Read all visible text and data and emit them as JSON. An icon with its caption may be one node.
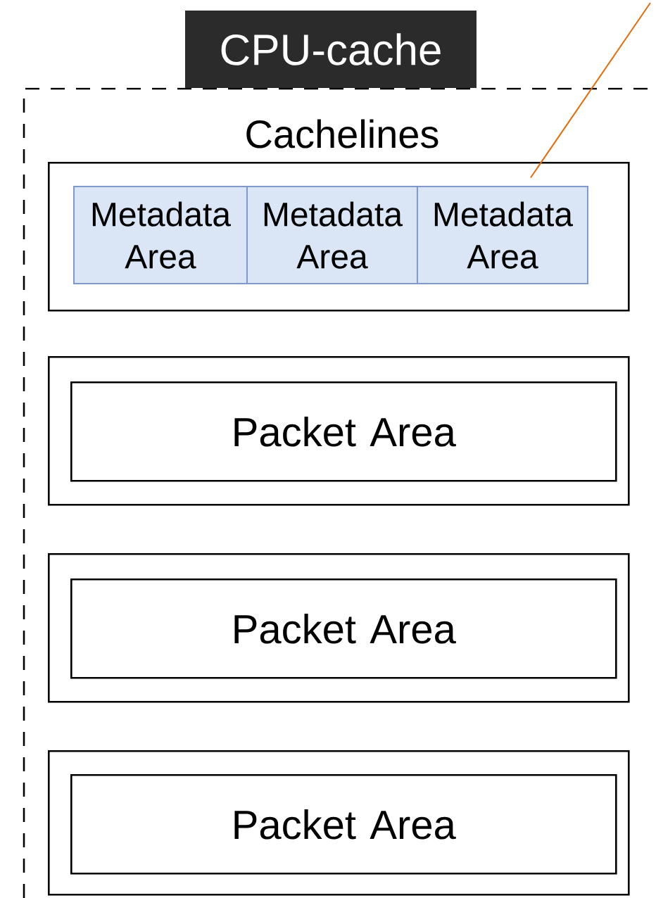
{
  "diagram": {
    "nodes": [
      {
        "text": [
          "CPU-cache",
          "Cachelines"
        ]
      },
      {
        "text": [],
        "shape": "box",
        "in": 0
      },
      {
        "text": [
          "Metadata Area"
        ],
        "in": 1
      },
      {
        "text": [
          "Metadata Area"
        ],
        "in": 1
      },
      {
        "text": [
          "Metadata Area"
        ],
        "in": 1
      },
      {
        "text": [],
        "shape": "box",
        "in": 0
      },
      {
        "text": [
          "Packet Area"
        ],
        "in": 5
      },
      {
        "text": [],
        "shape": "box",
        "in": 0
      },
      {
        "text": [
          "Packet Area"
        ],
        "in": 7
      },
      {
        "text": [],
        "shape": "box",
        "in": 0
      },
      {
        "text": [
          "Packet Area"
        ],
        "in": 9
      }
    ],
    "edges": [
      {
        "from": null,
        "to": 4,
        "arrow": "none",
        "color": "#e36c0a"
      }
    ]
  }
}
